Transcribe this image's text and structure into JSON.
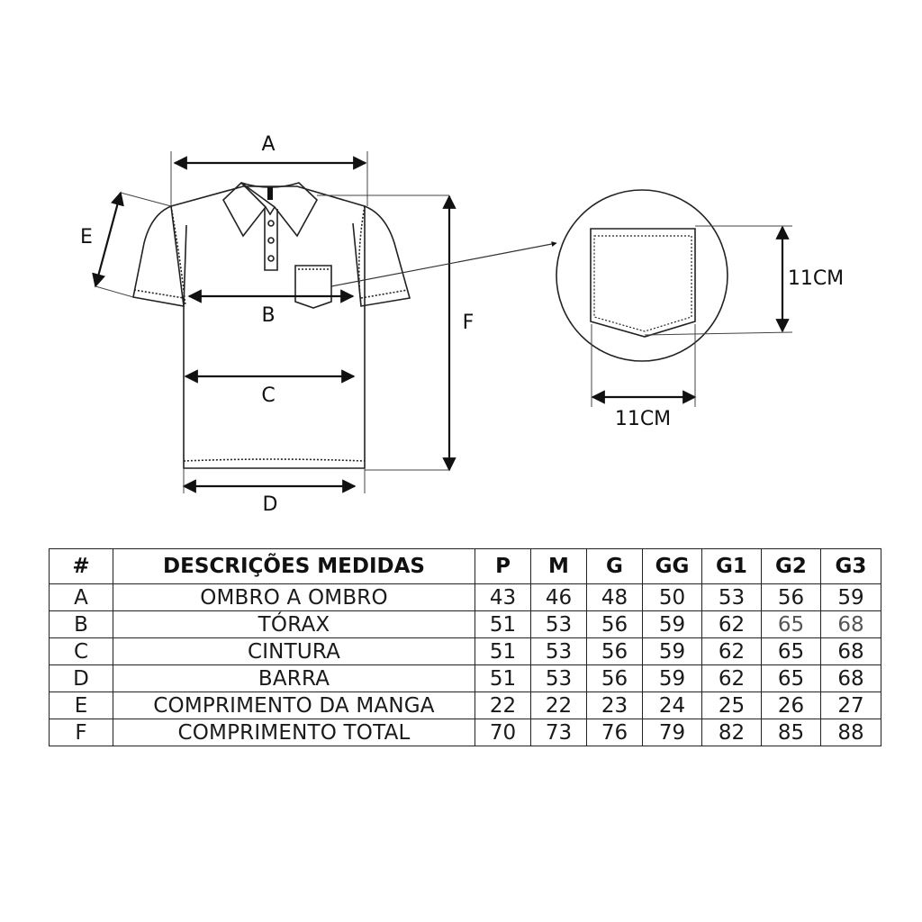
{
  "diagram": {
    "labels": {
      "a": "A",
      "b": "B",
      "c": "C",
      "d": "D",
      "e": "E",
      "f": "F"
    },
    "pocket": {
      "height_label": "11CM",
      "width_label": "11CM"
    }
  },
  "table": {
    "headers": [
      "#",
      "DESCRIÇÕES MEDIDAS",
      "P",
      "M",
      "G",
      "GG",
      "G1",
      "G2",
      "G3"
    ],
    "rows": [
      {
        "code": "A",
        "desc": "OMBRO A OMBRO",
        "values": [
          "43",
          "46",
          "48",
          "50",
          "53",
          "56",
          "59"
        ]
      },
      {
        "code": "B",
        "desc": "TÓRAX",
        "values": [
          "51",
          "53",
          "56",
          "59",
          "62",
          "65",
          "68"
        ]
      },
      {
        "code": "C",
        "desc": "CINTURA",
        "values": [
          "51",
          "53",
          "56",
          "59",
          "62",
          "65",
          "68"
        ]
      },
      {
        "code": "D",
        "desc": "BARRA",
        "values": [
          "51",
          "53",
          "56",
          "59",
          "62",
          "65",
          "68"
        ]
      },
      {
        "code": "E",
        "desc": "COMPRIMENTO DA MANGA",
        "values": [
          "22",
          "22",
          "23",
          "24",
          "25",
          "26",
          "27"
        ]
      },
      {
        "code": "F",
        "desc": "COMPRIMENTO TOTAL",
        "values": [
          "70",
          "73",
          "76",
          "79",
          "82",
          "85",
          "88"
        ]
      }
    ]
  }
}
